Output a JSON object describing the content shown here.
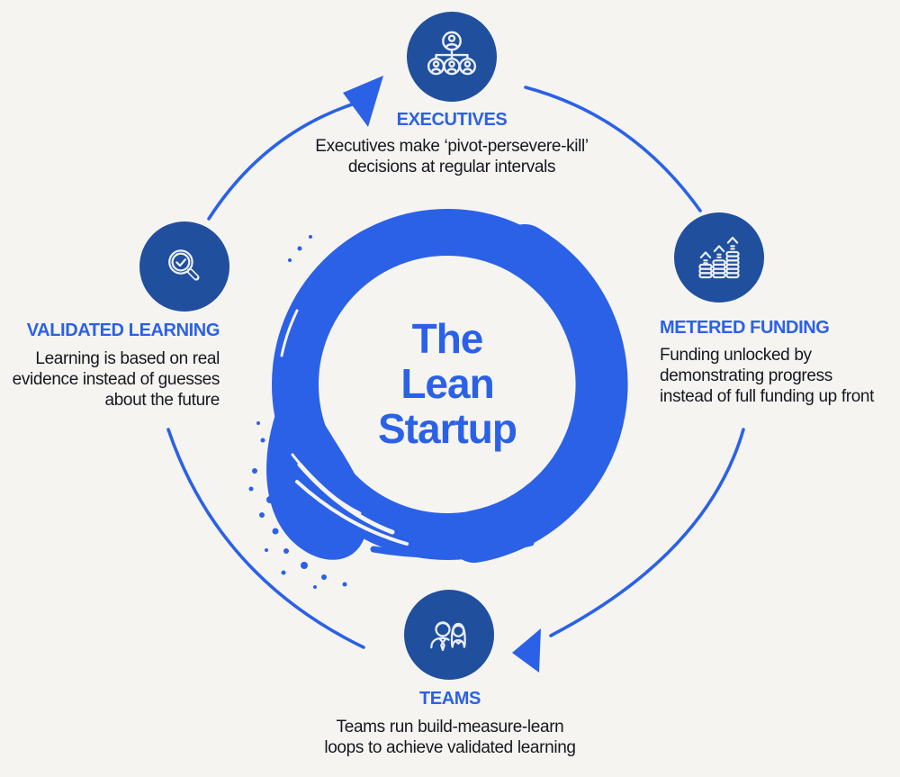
{
  "colors": {
    "accent": "#2b61e6",
    "node_background": "#204f9e",
    "icon_stroke": "#e9eef8",
    "text": "#15181e",
    "background": "#f5f4f1"
  },
  "center": {
    "title_lines": [
      "The",
      "Lean",
      "Startup"
    ]
  },
  "nodes": {
    "executives": {
      "label": "EXECUTIVES",
      "icon": "org-chart-icon",
      "lines": [
        "Executives make ‘pivot-persevere-kill’",
        "decisions at regular intervals"
      ]
    },
    "metered_funding": {
      "label": "METERED FUNDING",
      "icon": "coin-stacks-growth-icon",
      "lines": [
        "Funding unlocked by",
        "demonstrating progress",
        "instead of full funding up front"
      ]
    },
    "teams": {
      "label": "TEAMS",
      "icon": "team-people-icon",
      "lines": [
        "Teams run build-measure-learn",
        "loops to achieve validated learning"
      ]
    },
    "validated_learning": {
      "label": "VALIDATED LEARNING",
      "icon": "magnifier-check-icon",
      "lines": [
        "Learning is based on real",
        "evidence instead of guesses",
        "about the future"
      ]
    }
  },
  "flow": {
    "direction": "clockwise",
    "sequence": [
      "EXECUTIVES",
      "METERED FUNDING",
      "TEAMS",
      "VALIDATED LEARNING"
    ]
  }
}
